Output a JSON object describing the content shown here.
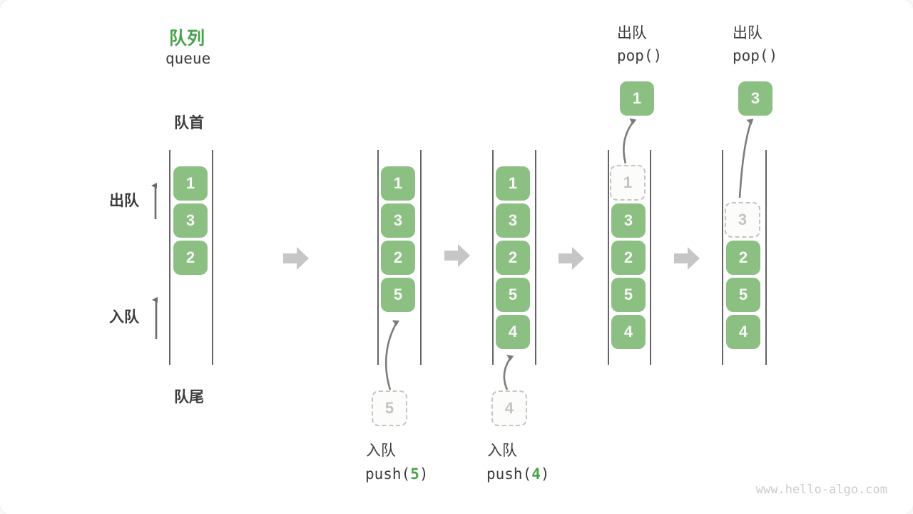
{
  "title": {
    "zh": "队列",
    "en": "queue"
  },
  "side_labels": {
    "front": "队首",
    "rear": "队尾",
    "dequeue": "出队",
    "enqueue": "入队"
  },
  "pop_ops": [
    {
      "label": "出队",
      "code": "pop()"
    },
    {
      "label": "出队",
      "code": "pop()"
    }
  ],
  "push_ops": [
    {
      "label": "入队",
      "fn": "push(",
      "arg": "5",
      "close": ")"
    },
    {
      "label": "入队",
      "fn": "push(",
      "arg": "4",
      "close": ")"
    }
  ],
  "columns": [
    {
      "slots": [
        "1",
        "3",
        "2"
      ]
    },
    {
      "slots": [
        "1",
        "3",
        "2",
        "5"
      ],
      "pending": "5"
    },
    {
      "slots": [
        "1",
        "3",
        "2",
        "5",
        "4"
      ],
      "pending": "4"
    },
    {
      "dashed": "1",
      "slots": [
        "3",
        "2",
        "5",
        "4"
      ],
      "popped": "1"
    },
    {
      "dashed": "3",
      "slots": [
        "2",
        "5",
        "4"
      ],
      "popped": "3"
    }
  ],
  "watermark": "www.hello-algo.com",
  "colors": {
    "box_green": "#8cc083",
    "accent_green": "#47a24b",
    "arrow_gray": "#c6c6c6",
    "line_gray": "#646464",
    "text_dark": "#3c3c3c",
    "dashed_gray": "#c4c4c4"
  }
}
